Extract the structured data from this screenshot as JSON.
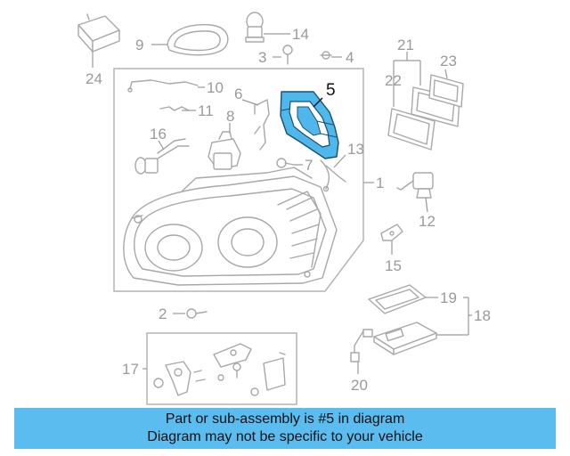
{
  "diagram": {
    "highlight_part": "5",
    "highlight_color": "#4eb8ec",
    "part_labels": {
      "p1": "1",
      "p2": "2",
      "p3": "3",
      "p4": "4",
      "p5": "5",
      "p6": "6",
      "p7": "7",
      "p8": "8",
      "p9": "9",
      "p10": "10",
      "p11": "11",
      "p12": "12",
      "p13": "13",
      "p14": "14",
      "p15": "15",
      "p16": "16",
      "p17": "17",
      "p18": "18",
      "p19": "19",
      "p20": "20",
      "p21": "21",
      "p22": "22",
      "p23": "23",
      "p24": "24"
    }
  },
  "caption": {
    "line1": "Part or sub-assembly is #5 in diagram",
    "line2": "Diagram may not be specific to your vehicle",
    "background": "#5bbcf0"
  }
}
